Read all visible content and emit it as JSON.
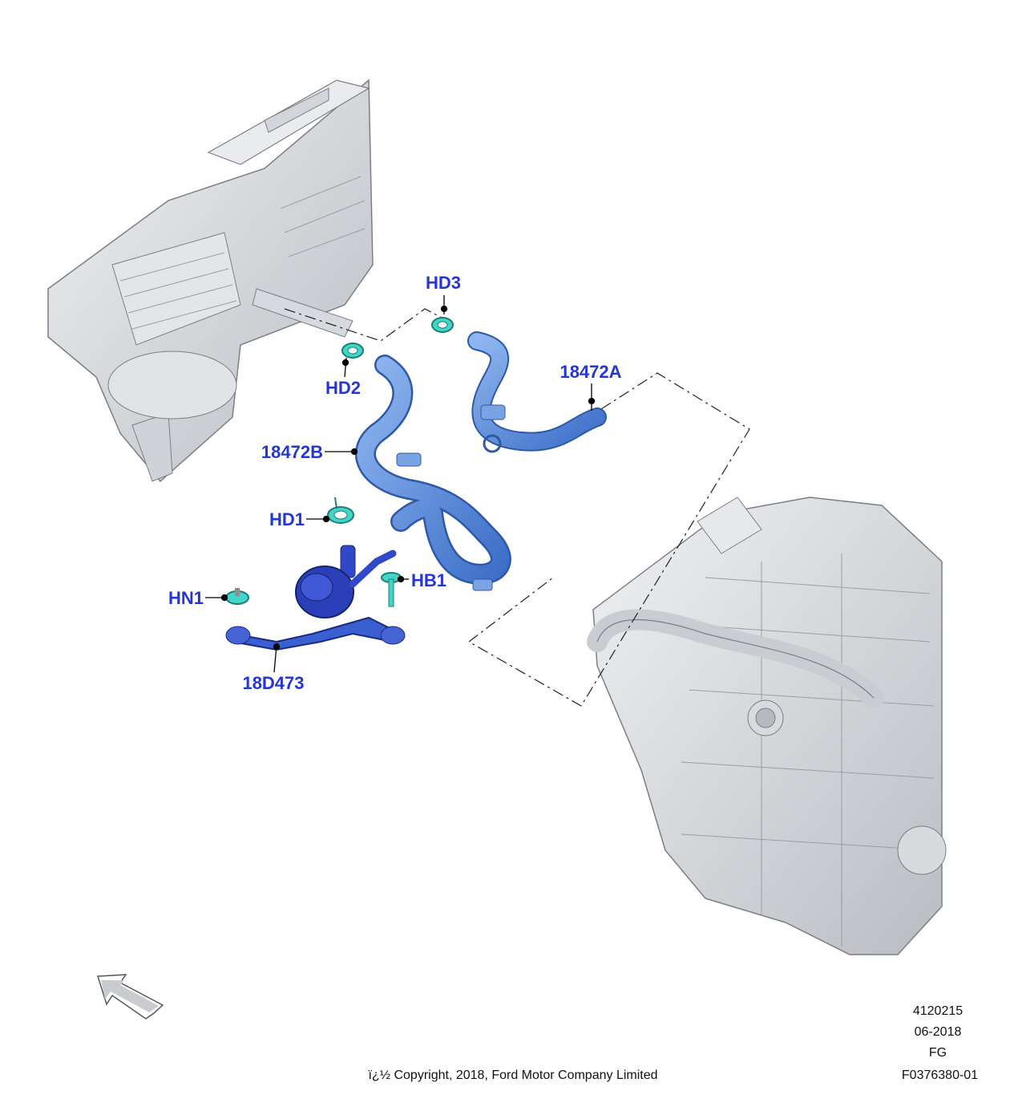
{
  "callouts": {
    "hd3": "HD3",
    "hd2": "HD2",
    "p18472a": "18472A",
    "p18472b": "18472B",
    "hd1": "HD1",
    "hn1": "HN1",
    "hb1": "HB1",
    "p18d473": "18D473"
  },
  "footer": {
    "copyright": "ï¿½ Copyright, 2018, Ford Motor Company Limited",
    "ref_number": "4120215",
    "date": "06-2018",
    "code": "FG",
    "figure_id": "F0376380-01"
  },
  "colors": {
    "part_blue": "#5b8fd9",
    "part_dark": "#3148c8",
    "clip_cyan": "#41d6c7",
    "label_blue": "#2437d6",
    "ghost_gray": "#dcdfe2"
  },
  "icons": {
    "orientation": "front-arrow-icon"
  }
}
